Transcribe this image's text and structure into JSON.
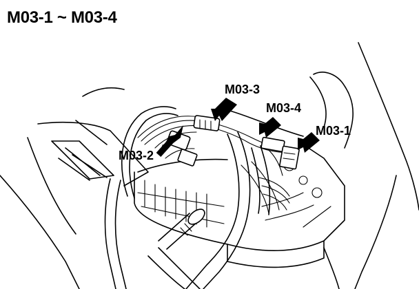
{
  "title": "M03-1 ~ M03-4",
  "labels": {
    "m03_1": "M03-1",
    "m03_2": "M03-2",
    "m03_3": "M03-3",
    "m03_4": "M03-4"
  },
  "colors": {
    "ink": "#000000",
    "paper": "#ffffff"
  }
}
